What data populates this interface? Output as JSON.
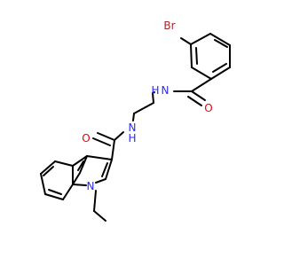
{
  "molecule": {
    "colors": {
      "carbon_bond": "#000000",
      "nitrogen": "#2a2af0",
      "oxygen": "#e8000b",
      "bromine": "#a52a2a"
    },
    "atoms": [
      {
        "id": "br",
        "label": "Br",
        "element": "bromine"
      },
      {
        "id": "o1",
        "label": "O",
        "element": "oxygen"
      },
      {
        "id": "n1",
        "label": "N",
        "element": "nitrogen"
      },
      {
        "id": "h1",
        "label": "H",
        "element": "nitrogen"
      },
      {
        "id": "o2",
        "label": "O",
        "element": "oxygen"
      },
      {
        "id": "n2",
        "label": "N",
        "element": "nitrogen"
      },
      {
        "id": "h2",
        "label": "H",
        "element": "nitrogen"
      },
      {
        "id": "n3",
        "label": "N",
        "element": "nitrogen"
      }
    ]
  }
}
